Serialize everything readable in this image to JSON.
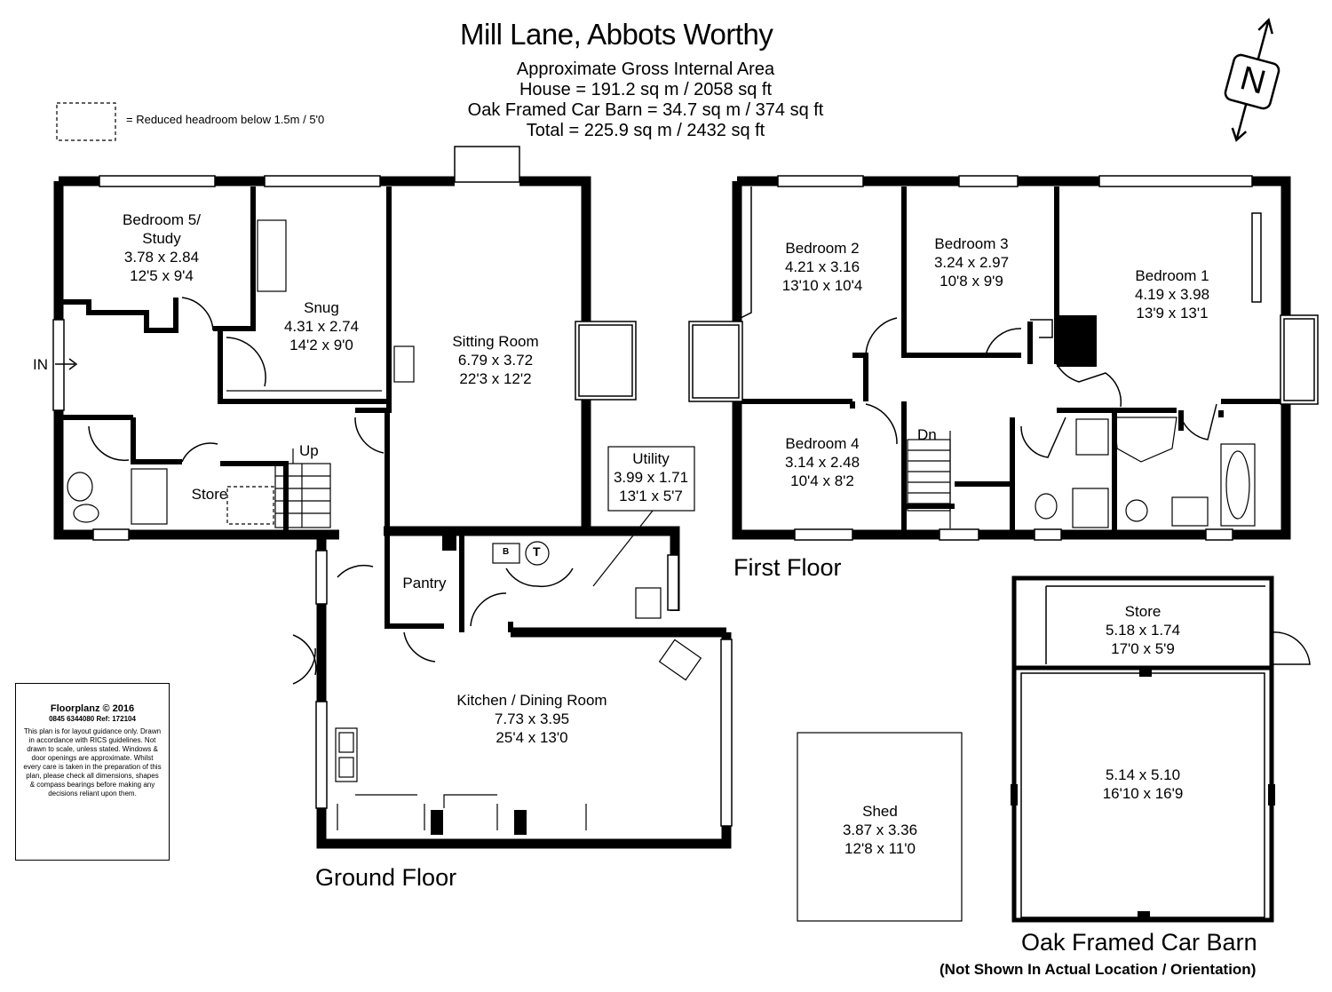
{
  "title": "Mill Lane, Abbots Worthy",
  "areas": {
    "heading": "Approximate Gross Internal Area",
    "house": "House = 191.2 sq m / 2058 sq ft",
    "barn": "Oak Framed Car Barn = 34.7 sq m / 374 sq ft",
    "total": "Total = 225.9 sq m / 2432 sq ft"
  },
  "legend": "= Reduced headroom below 1.5m / 5'0",
  "compass": "N",
  "floors": {
    "ground": "Ground Floor",
    "first": "First Floor",
    "barn": "Oak Framed Car Barn",
    "barn_note": "(Not Shown In Actual Location / Orientation)"
  },
  "rooms": {
    "bedroom5": {
      "name": "Bedroom 5/",
      "name2": "Study",
      "metric": "3.78 x 2.84",
      "imperial": "12'5 x 9'4"
    },
    "snug": {
      "name": "Snug",
      "metric": "4.31 x 2.74",
      "imperial": "14'2 x 9'0"
    },
    "sitting": {
      "name": "Sitting Room",
      "metric": "6.79 x 3.72",
      "imperial": "22'3 x 12'2"
    },
    "utility": {
      "name": "Utility",
      "metric": "3.99 x 1.71",
      "imperial": "13'1 x 5'7"
    },
    "store_ground": {
      "name": "Store"
    },
    "pantry": {
      "name": "Pantry"
    },
    "kitchen": {
      "name": "Kitchen / Dining Room",
      "metric": "7.73 x 3.95",
      "imperial": "25'4 x 13'0"
    },
    "bedroom2": {
      "name": "Bedroom 2",
      "metric": "4.21 x 3.16",
      "imperial": "13'10 x 10'4"
    },
    "bedroom3": {
      "name": "Bedroom 3",
      "metric": "3.24 x 2.97",
      "imperial": "10'8 x 9'9"
    },
    "bedroom1": {
      "name": "Bedroom 1",
      "metric": "4.19 x 3.98",
      "imperial": "13'9 x 13'1"
    },
    "bedroom4": {
      "name": "Bedroom 4",
      "metric": "3.14 x 2.48",
      "imperial": "10'4 x 8'2"
    },
    "barn_store": {
      "name": "Store",
      "metric": "5.18 x 1.74",
      "imperial": "17'0 x 5'9"
    },
    "barn_main": {
      "metric": "5.14 x 5.10",
      "imperial": "16'10 x 16'9"
    },
    "shed": {
      "name": "Shed",
      "metric": "3.87 x 3.36",
      "imperial": "12'8 x 11'0"
    }
  },
  "markers": {
    "in": "IN",
    "up": "Up",
    "dn": "Dn",
    "boiler": "B",
    "tank": "T"
  },
  "credit": {
    "brand": "Floorplanz © 2016",
    "ref": "0845 6344080 Ref: 172104",
    "disclaimer": "This plan is for layout guidance only. Drawn in accordance with RICS guidelines. Not drawn to scale, unless stated. Windows & door openings are approximate. Whilst every care is taken in the preparation of this plan, please check all dimensions, shapes & compass bearings before making any decisions reliant upon them."
  }
}
